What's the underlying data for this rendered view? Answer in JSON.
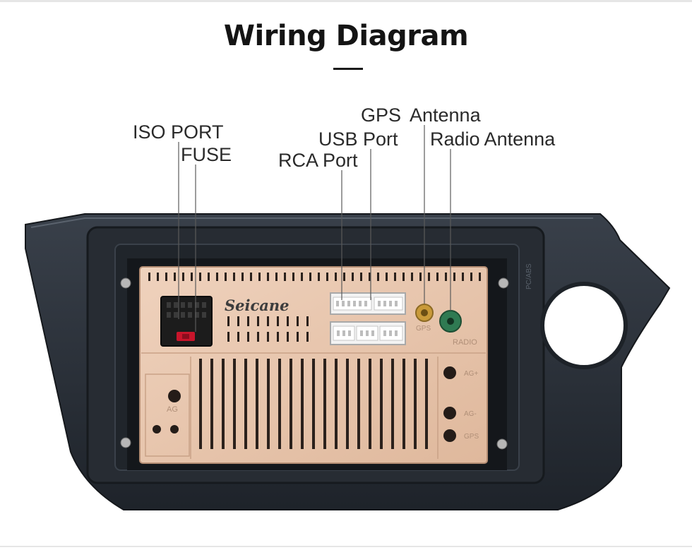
{
  "page": {
    "title": "Wiring Diagram"
  },
  "callouts": {
    "iso_port": "ISO PORT",
    "fuse": "FUSE",
    "gps": "GPS",
    "antenna": "Antenna",
    "usb_port": "USB Port",
    "radio_antenna": "Radio Antenna",
    "rca_port": "RCA Port"
  },
  "unit": {
    "brand": "Seicane",
    "gps_mark": "GPS",
    "radio_mark": "RADIO",
    "ag_plus": "AG+",
    "ag_minus": "AG-",
    "gps_small": "GPS",
    "left_ag": "AG",
    "frame_code": "PC/ABS"
  },
  "colors": {
    "panel": "#e7c5ad",
    "frame": "#2a3038",
    "connector": "#1c1c1c",
    "fuse": "#c8152b",
    "gps_jack": "#c99a3a",
    "radio_jack": "#2f7a52"
  }
}
